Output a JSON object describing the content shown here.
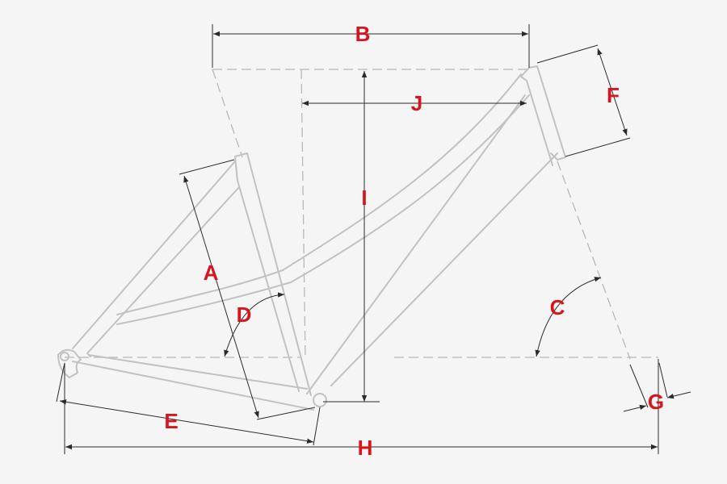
{
  "colors": {
    "background": "#f5f5f5",
    "frame": "#c2c2c2",
    "dimension_line": "#2b2b2b",
    "label": "#d8141f"
  },
  "labels": {
    "A": "A",
    "B": "B",
    "C": "C",
    "D": "D",
    "E": "E",
    "F": "F",
    "G": "G",
    "H": "H",
    "I": "I",
    "J": "J"
  }
}
